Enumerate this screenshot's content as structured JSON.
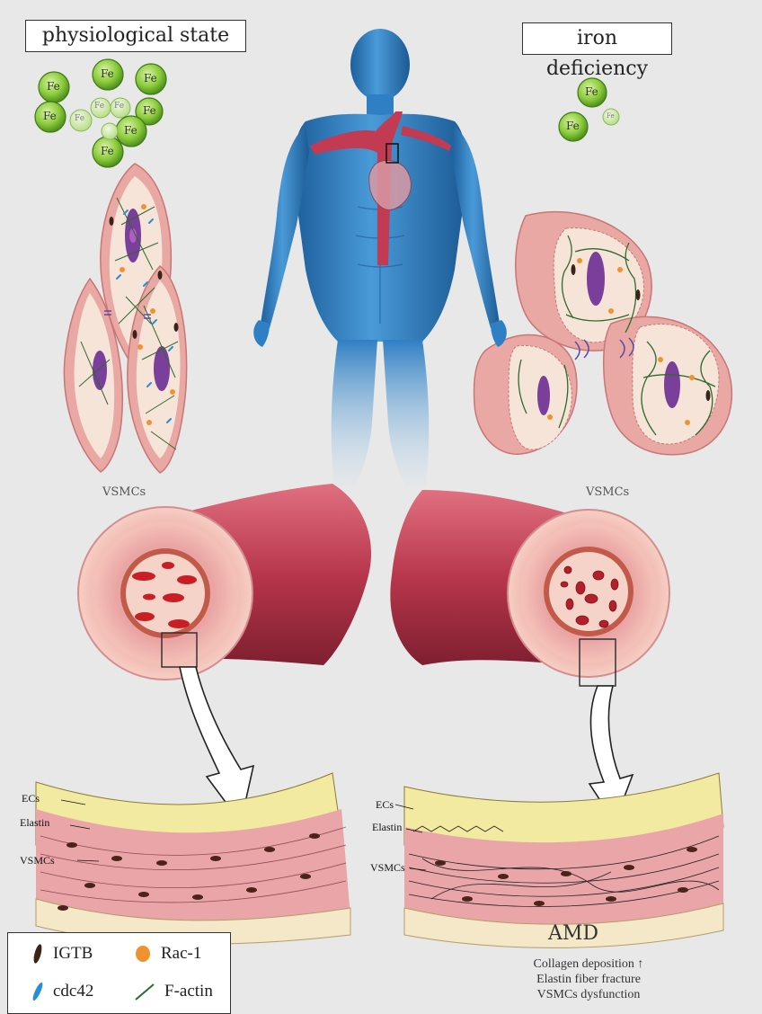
{
  "labels": {
    "physiological": "physiological state",
    "iron": "iron deficiency",
    "fe": "Fe",
    "vsmcs_left": "VSMCs",
    "vsmcs_right": "VSMCs",
    "amd": "AMD"
  },
  "layer_labels": {
    "left": {
      "ecs": "ECs",
      "elastin": "Elastin",
      "vsmcs": "VSMCs"
    },
    "right": {
      "ecs": "ECs",
      "elastin": "Elastin",
      "vsmcs": "VSMCs"
    }
  },
  "amd_effects": [
    "Collagen deposition ↑",
    "Elastin fiber fracture",
    "VSMCs dysfunction"
  ],
  "legend": {
    "items": [
      {
        "label": "IGTB",
        "icon": "igtb-icon",
        "color": "#3a2418"
      },
      {
        "label": "Rac-1",
        "icon": "rac1-icon",
        "color": "#f0922e"
      },
      {
        "label": "cdc42",
        "icon": "cdc42-icon",
        "color": "#2a8ed6"
      },
      {
        "label": "F-actin",
        "icon": "f-actin-icon",
        "color": "#2d6b2d"
      }
    ]
  },
  "colors": {
    "body": "#2f7fc4",
    "vessel": "#c23b52",
    "fe": "#8ccc3c",
    "cell": "#f4d9cf",
    "nucleus": "#7a3f9a"
  }
}
